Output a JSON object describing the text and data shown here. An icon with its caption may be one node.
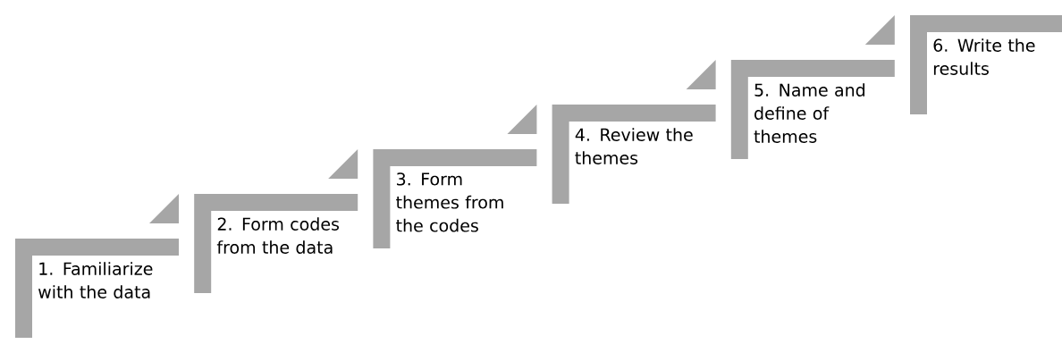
{
  "diagram": {
    "nodes": [
      {
        "text": [
          "1. Familiarize with the data"
        ]
      },
      {
        "text": [
          "2. Form codes from the data"
        ]
      },
      {
        "text": [
          "3. Form themes from the codes"
        ]
      },
      {
        "text": [
          "4. Review the themes"
        ]
      },
      {
        "text": [
          "5. Name and define of themes"
        ]
      },
      {
        "text": [
          "6. Write the results"
        ]
      }
    ]
  }
}
